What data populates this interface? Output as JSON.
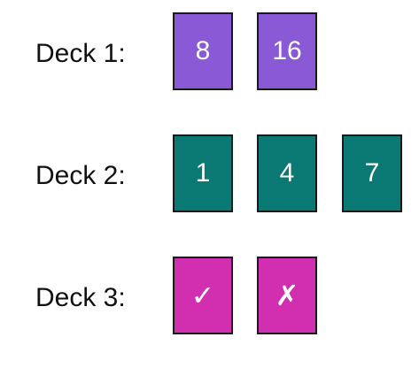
{
  "decks": [
    {
      "label": "Deck 1:",
      "color": "#8a5ad6",
      "cards": [
        "8",
        "16"
      ]
    },
    {
      "label": "Deck 2:",
      "color": "#0a7873",
      "cards": [
        "1",
        "4",
        "7"
      ]
    },
    {
      "label": "Deck 3:",
      "color": "#d22fb0",
      "cards": [
        "✓",
        "✗"
      ]
    }
  ]
}
